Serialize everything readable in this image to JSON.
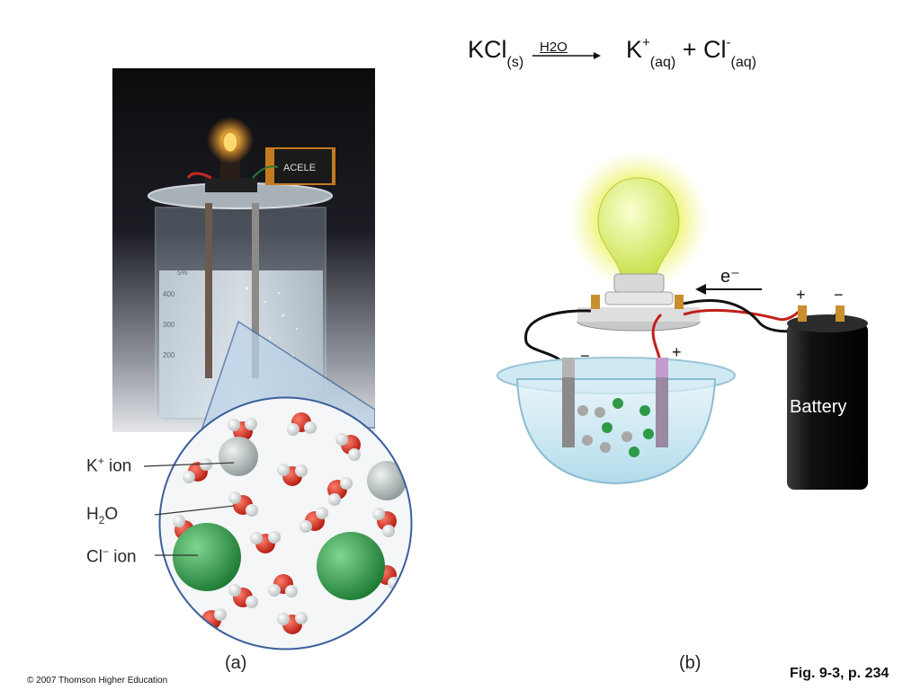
{
  "equation": {
    "reactant": "KCl",
    "reactant_state": "(s)",
    "condition": "H2O",
    "product1": "K",
    "product1_charge": "+",
    "product1_state": "(aq)",
    "plus": "+",
    "product2": "Cl",
    "product2_charge": "-",
    "product2_state": "(aq)"
  },
  "photo": {
    "battery_brand": "ACELE",
    "beaker_marks": [
      "5%",
      "400",
      "300",
      "200"
    ]
  },
  "zoom_labels": {
    "k_ion_main": "K",
    "k_ion_sup": "+",
    "k_ion_suffix": " ion",
    "water_main": "H",
    "water_sub": "2",
    "water_suffix": "O",
    "cl_ion_main": "Cl",
    "cl_ion_sup": "−",
    "cl_ion_suffix": " ion"
  },
  "apparatus": {
    "electron_label": "e⁻",
    "battery_label": "Battery",
    "battery_plus": "+",
    "battery_minus": "−",
    "electrode_minus": "−",
    "electrode_plus": "+"
  },
  "captions": {
    "a": "(a)",
    "b": "(b)"
  },
  "footer": {
    "copyright": "© 2007 Thomson Higher Education",
    "figure_ref": "Fig. 9-3, p. 234"
  },
  "colors": {
    "chlorine": "#2e9a46",
    "oxygen": "#d42a1c",
    "potassium": "#b8bfc0",
    "hydrogen": "#eceeee",
    "bulb_glow": "#e9f07a"
  }
}
